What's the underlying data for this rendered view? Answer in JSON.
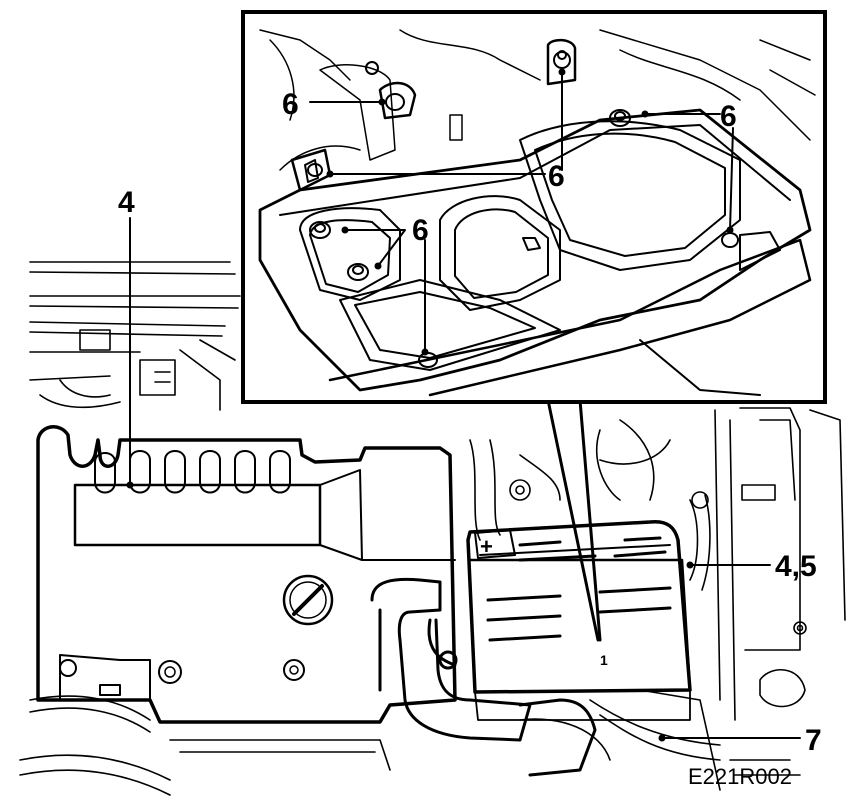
{
  "figure": {
    "code": "E221R002",
    "callouts": {
      "main_4": "4",
      "main_45": "4,5",
      "main_7": "7",
      "inset_6a": "6",
      "inset_6b": "6",
      "inset_6c": "6",
      "inset_6d": "6"
    },
    "battery_plus": "+",
    "battery_mark": "1"
  },
  "colors": {
    "ink": "#000000",
    "paper": "#ffffff"
  }
}
